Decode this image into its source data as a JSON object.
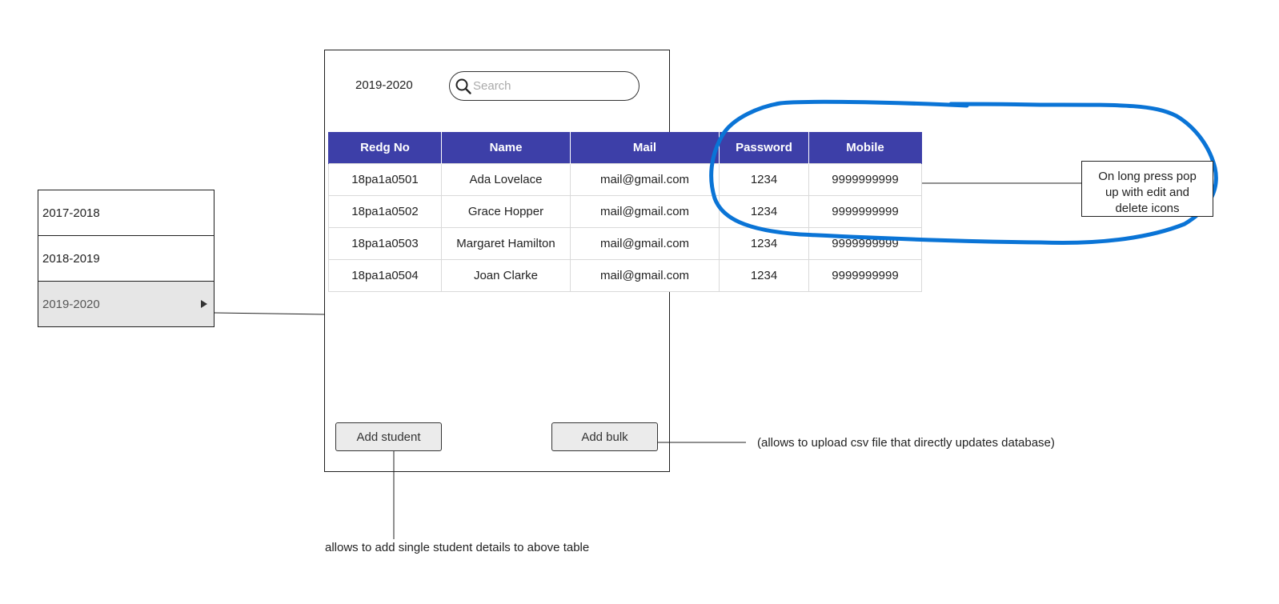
{
  "year_list": {
    "items": [
      {
        "label": "2017-2018",
        "selected": false
      },
      {
        "label": "2018-2019",
        "selected": false
      },
      {
        "label": "2019-2020",
        "selected": true
      }
    ]
  },
  "phone": {
    "selected_year": "2019-2020",
    "search": {
      "placeholder": "Search",
      "value": ""
    },
    "table": {
      "columns": [
        "Redg No",
        "Name",
        "Mail",
        "Password",
        "Mobile"
      ],
      "rows": [
        [
          "18pa1a0501",
          "Ada Lovelace",
          "mail@gmail.com",
          "1234",
          "9999999999"
        ],
        [
          "18pa1a0502",
          "Grace Hopper",
          "mail@gmail.com",
          "1234",
          "9999999999"
        ],
        [
          "18pa1a0503",
          "Margaret Hamilton",
          "mail@gmail.com",
          "1234",
          "9999999999"
        ],
        [
          "18pa1a0504",
          "Joan Clarke",
          "mail@gmail.com",
          "1234",
          "9999999999"
        ]
      ]
    },
    "buttons": {
      "add_student": "Add student",
      "add_bulk": "Add bulk"
    }
  },
  "annotations": {
    "popup_note_lines": [
      "On long press pop",
      "up with edit and",
      "delete icons"
    ],
    "bulk_note": "(allows to upload csv file that directly updates database)",
    "student_note": "allows to add single student details to above table"
  },
  "colors": {
    "header_bg": "#3d3fa8",
    "highlight_circle": "#0a74d6",
    "selected_item_bg": "#e6e6e6",
    "button_bg": "#ebebeb"
  },
  "icons": {
    "search": "magnifier-icon",
    "submenu_arrow": "triangle-right-icon"
  }
}
